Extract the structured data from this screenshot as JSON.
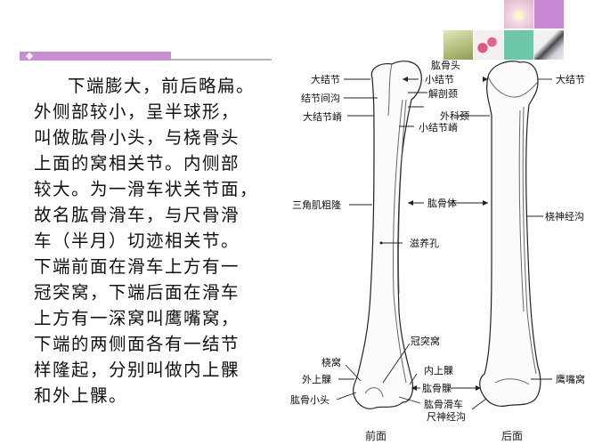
{
  "slide": {
    "header_color": "#c78fd0",
    "decor_tiles": [
      {
        "name": "lily-flower-photo",
        "color": "#efe2ec"
      },
      {
        "name": "purple-tile",
        "color": "#c98ad3"
      },
      {
        "name": "spa-photo",
        "color": "#c8d39c"
      },
      {
        "name": "pink-candles-photo",
        "color": "#e9a7b9"
      },
      {
        "name": "teal-tile",
        "color": "#6fc7a9"
      },
      {
        "name": "perfume-bottle-photo",
        "color": "#c9c9cf"
      }
    ]
  },
  "body_text": {
    "lines": [
      "下端膨大，前后略扁。",
      "外侧部较小，呈半球形，",
      "叫做肱骨小头，与桡骨头",
      "上面的窝相关节。内侧部",
      "较大。为一滑车状关节面，",
      "故名肱骨滑车，与尺骨滑",
      "车（半月）切迹相关节。",
      "下端前面在滑车上方有一",
      "冠突窝，下端后面在滑车",
      "上方有一深窝叫鹰嘴窝，",
      "下端的两侧面各有一结节",
      "样隆起，分别叫做内上髁",
      "和外上髁。"
    ]
  },
  "diagram": {
    "labels": {
      "humeral_head": "肱骨头",
      "greater_tubercle_left": "大结节",
      "lesser_tubercle": "小结节",
      "intertubercular_groove": "结节间沟",
      "anatomical_neck": "解剖颈",
      "greater_tubercle_crest": "大结节嵴",
      "surgical_neck": "外科颈",
      "lesser_tubercle_crest": "小结节嵴",
      "greater_tubercle_right": "大结节",
      "deltoid_tuberosity": "三角肌粗隆",
      "humeral_body": "肱骨体",
      "radial_nerve_groove": "桡神经沟",
      "nutrient_foramen": "滋养孔",
      "coronoid_fossa": "冠突窝",
      "radial_fossa": "桡窝",
      "medial_epicondyle": "内上髁",
      "lateral_epicondyle": "外上髁",
      "humeral_condyle": "肱骨髁",
      "capitulum": "肱骨小头",
      "trochlea": "肱骨滑车",
      "ulnar_nerve_groove": "尺神经沟",
      "olecranon_fossa": "鹰嘴窝"
    },
    "captions": {
      "anterior": "前面",
      "posterior": "后面"
    }
  }
}
